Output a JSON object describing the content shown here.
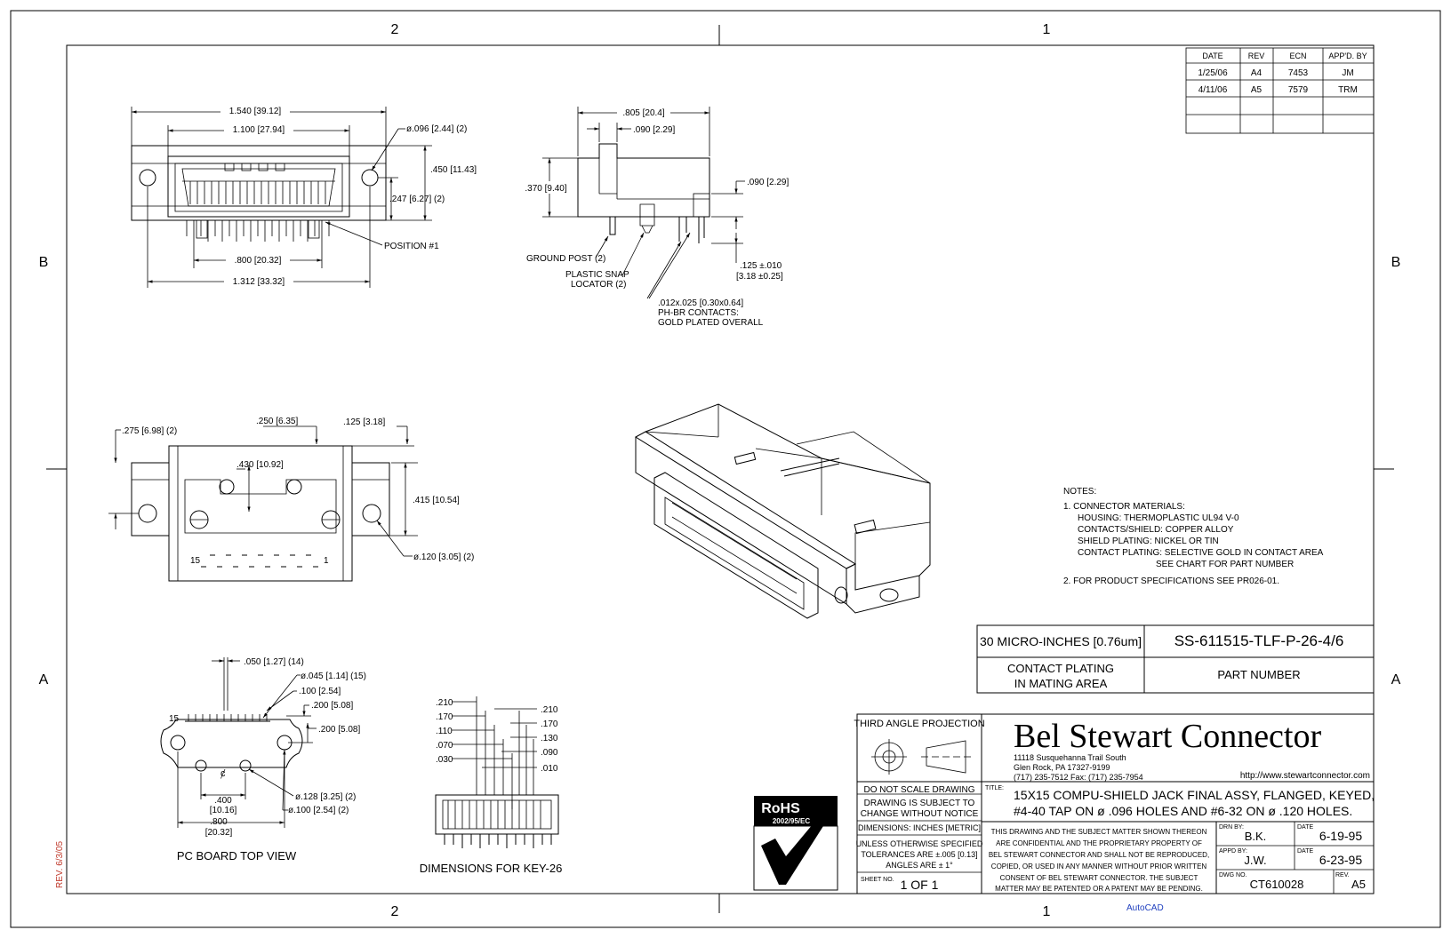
{
  "border": {
    "col_left": "2",
    "col_right": "1",
    "row_upper": "B",
    "row_lower": "A"
  },
  "revisions": {
    "headers": [
      "DATE",
      "REV",
      "ECN",
      "APP'D. BY"
    ],
    "rows": [
      [
        "1/25/06",
        "A4",
        "7453",
        "JM"
      ],
      [
        "4/11/06",
        "A5",
        "7579",
        "TRM"
      ]
    ]
  },
  "front_view": {
    "dim_1540": "1.540 [39.12]",
    "dim_1100": "1.100 [27.94]",
    "dim_hole": "ø.096 [2.44] (2)",
    "dim_450": ".450 [11.43]",
    "dim_247": ".247 [6.27] (2)",
    "position": "POSITION #1",
    "dim_800": ".800 [20.32]",
    "dim_1312": "1.312 [33.32]"
  },
  "side_view": {
    "dim_805": ".805 [20.4]",
    "dim_090a": ".090 [2.29]",
    "dim_370": ".370 [9.40]",
    "dim_090b": ".090 [2.29]",
    "ground_post": "GROUND POST (2)",
    "snap_1": "PLASTIC SNAP",
    "snap_2": "LOCATOR (2)",
    "dim_125": ".125 ±.010",
    "dim_125m": "[3.18 ±0.25]",
    "contacts_1": ".012x.025 [0.30x0.64]",
    "contacts_2": "PH-BR CONTACTS:",
    "contacts_3": "GOLD PLATED OVERALL"
  },
  "top_view": {
    "dim_275": ".275 [6.98] (2)",
    "dim_250": ".250 [6.35]",
    "dim_125": ".125 [3.18]",
    "dim_430": ".430 [10.92]",
    "dim_415": ".415 [10.54]",
    "dim_120": "ø.120 [3.05] (2)",
    "pin_15": "15",
    "pin_1": "1"
  },
  "pcb_view": {
    "dim_050": ".050 [1.27] (14)",
    "dim_045": "ø.045 [1.14] (15)",
    "dim_100": ".100 [2.54]",
    "dim_200a": ".200 [5.08]",
    "dim_200b": ".200 [5.08]",
    "pin_15": "15",
    "center": "ȼ",
    "dim_128": "ø.128 [3.25] (2)",
    "dim_100b": "ø.100 [2.54] (2)",
    "dim_400": ".400",
    "dim_400m": "[10.16]",
    "dim_800": ".800",
    "dim_800m": "[20.32]",
    "caption": "PC BOARD TOP VIEW"
  },
  "key_view": {
    "left": [
      ".210",
      ".170",
      ".110",
      ".070",
      ".030"
    ],
    "right": [
      ".210",
      ".170",
      ".130",
      ".090",
      ".010"
    ],
    "caption": "DIMENSIONS FOR KEY-26"
  },
  "notes": {
    "heading": "NOTES:",
    "lines": [
      "1.  CONNECTOR MATERIALS:",
      "HOUSING:   THERMOPLASTIC UL94 V-0",
      "CONTACTS/SHIELD:   COPPER ALLOY",
      "SHIELD PLATING:   NICKEL OR TIN",
      "CONTACT PLATING:  SELECTIVE GOLD IN CONTACT AREA",
      "SEE CHART FOR PART NUMBER",
      "2.  FOR PRODUCT SPECIFICATIONS SEE PR026-01."
    ]
  },
  "plating_table": {
    "value": "30 MICRO-INCHES [0.76um]",
    "part_number": "SS-611515-TLF-P-26-4/6",
    "label_1": "CONTACT PLATING",
    "label_2": "IN MATING AREA",
    "label_pn": "PART NUMBER"
  },
  "title_block": {
    "projection": "THIRD ANGLE PROJECTION",
    "company": "Bel Stewart Connector",
    "address_1": "11118 Susquehanna Trail South",
    "address_2": "Glen Rock, PA  17327-9199",
    "address_3": "(717) 235-7512  Fax: (717) 235-7954",
    "url": "http://www.stewartconnector.com",
    "do_not_scale": "DO NOT SCALE DRAWING",
    "subject_1": "DRAWING IS SUBJECT TO",
    "subject_2": "CHANGE WITHOUT NOTICE",
    "dimensions": "DIMENSIONS: INCHES [METRIC]",
    "tol_1": "UNLESS OTHERWISE SPECIFIED",
    "tol_2": "TOLERANCES ARE ±.005 [0.13]",
    "tol_3": "ANGLES ARE ± 1°",
    "sheet_label": "SHEET NO.",
    "sheet": "1 OF 1",
    "title_label": "TITLE:",
    "title_1": "15X15 COMPU-SHIELD JACK FINAL ASSY, FLANGED, KEYED,",
    "title_2": "#4-40 TAP ON ø .096 HOLES AND #6-32 ON ø .120 HOLES.",
    "confidential": [
      "THIS DRAWING AND THE SUBJECT MATTER SHOWN THEREON",
      "ARE CONFIDENTIAL AND THE PROPRIETARY PROPERTY OF",
      "BEL STEWART CONNECTOR AND SHALL NOT BE REPRODUCED,",
      "COPIED, OR USED IN ANY MANNER WITHOUT PRIOR WRITTEN",
      "CONSENT OF BEL STEWART CONNECTOR.  THE SUBJECT",
      "MATTER MAY BE PATENTED OR A PATENT MAY BE PENDING."
    ],
    "drn_label": "DRN BY:",
    "drn": "B.K.",
    "date_label": "DATE",
    "drn_date": "6-19-95",
    "appd_label": "APPD BY:",
    "appd": "J.W.",
    "appd_date": "6-23-95",
    "dwg_label": "DWG NO.",
    "dwg": "CT610028",
    "rev_label": "REV.",
    "rev": "A5"
  },
  "rohs": {
    "title": "RoHS",
    "directive": "2002/95/EC"
  },
  "footer": {
    "revision_stamp": "REV. 6/3/05",
    "autocad": "AutoCAD"
  },
  "colors": {
    "ink": "#000000",
    "stamp": "#c0392b",
    "autocad": "#1f3fbf"
  }
}
